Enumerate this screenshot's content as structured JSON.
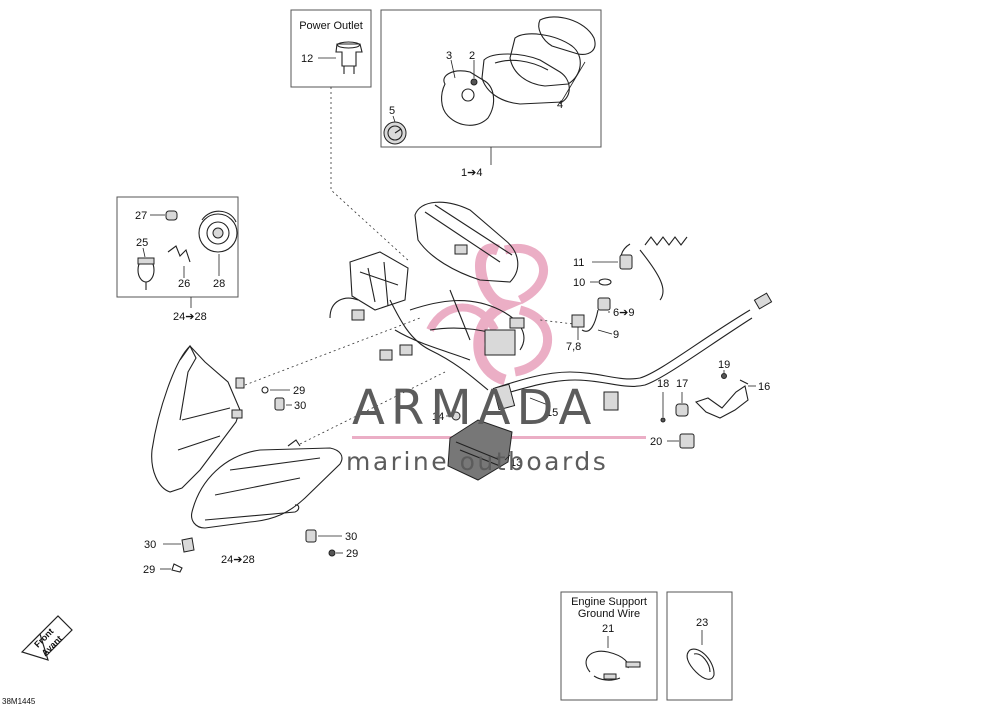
{
  "boxes": {
    "power_outlet_title": "Power Outlet",
    "engine_support_title_line1": "Engine Support",
    "engine_support_title_line2": "Ground Wire"
  },
  "labels": {
    "p12": "12",
    "p3": "3",
    "p2": "2",
    "p5": "5",
    "p4": "4",
    "p1_4": "1➔4",
    "p27": "27",
    "p25": "25",
    "p26": "26",
    "p28": "28",
    "p24_28_top": "24➔28",
    "p11": "11",
    "p10": "10",
    "p6_9": "6➔9",
    "p9": "9",
    "p7_8": "7,8",
    "p19": "19",
    "p18": "18",
    "p17": "17",
    "p16": "16",
    "p15": "15",
    "p20": "20",
    "p14": "14",
    "p13": "13",
    "p29_top": "29",
    "p30_top": "30",
    "p30_left": "30",
    "p29_left": "29",
    "p24_28_bottom": "24➔28",
    "p30_right": "30",
    "p29_right": "29",
    "p21": "21",
    "p23": "23"
  },
  "watermark": {
    "brand": "ARMADA",
    "tagline": "marine outboards",
    "accent_color": "#e8a0bc",
    "text_color": "#5c5c5c"
  },
  "orientation": {
    "line1": "Front",
    "line2": "Avant"
  },
  "drawing_code": "38M1445"
}
